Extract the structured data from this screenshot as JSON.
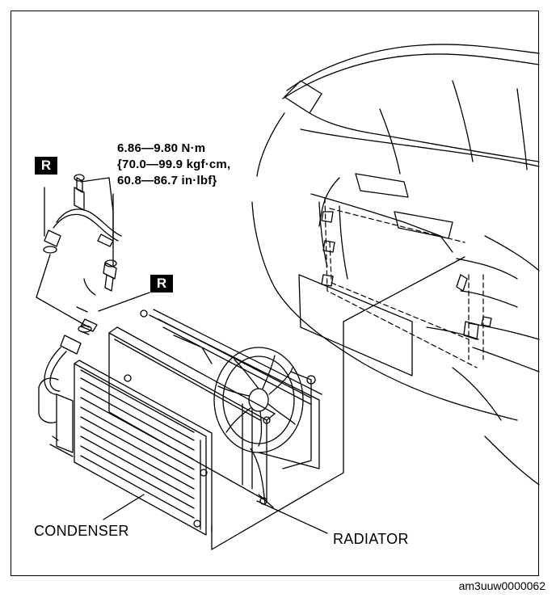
{
  "torque_spec": {
    "line1": "6.86—9.80 N·m",
    "line2": "{70.0—99.9 kgf·cm,",
    "line3": "60.8—86.7 in·lbf}"
  },
  "replace_marks": [
    "R",
    "R"
  ],
  "labels": {
    "condenser": "CONDENSER",
    "radiator": "RADIATOR"
  },
  "figure_code": "am3uuw0000062"
}
